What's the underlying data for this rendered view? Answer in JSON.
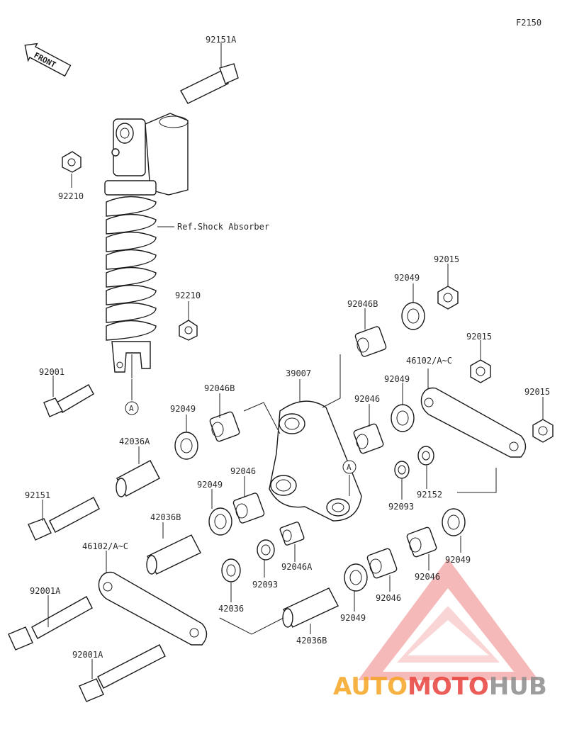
{
  "figure_code": "F2150",
  "front_marker": "FRONT",
  "reference_label": "Ref.Shock Absorber",
  "callout_letter": "A",
  "part_labels": {
    "bolt_top": "92151A",
    "nut_top": "92210",
    "nut_lower": "92210",
    "bolt_lower_shock": "92001",
    "bushing_link": "92046B",
    "washer_link": "92049",
    "nut_link_top": "92015",
    "bushing_right": "92046B",
    "washer_right_top": "92049",
    "nut_right": "92015",
    "rod_right": "46102/A~C",
    "nut_far_right": "92015",
    "link_main": "39007",
    "bushing_center": "92046",
    "washer_center": "92049",
    "collar_42036a": "42036A",
    "bolt_92151": "92151",
    "bushing_center_left": "92046",
    "washer_left": "92049",
    "seal_92152": "92152",
    "seal_92093_right": "92093",
    "collar_42036b_top": "42036B",
    "rod_left": "46102/A~C",
    "bearing_92046a": "92046A",
    "seal_92093_center": "92093",
    "collar_42036": "42036",
    "bolt_92001a_top": "92001A",
    "bolt_92001a_bottom": "92001A",
    "collar_42036b_bottom": "42036B",
    "washer_bottom": "92049",
    "bushing_bottom_1": "92046",
    "bushing_bottom_2": "92046",
    "washer_bottom_right": "92049"
  },
  "watermark": {
    "part1": "AUTO",
    "part2": "MOTO",
    "part3": "HUB",
    "color_orange": "#f5a623",
    "color_red": "#e8413c",
    "color_gray": "#8c8c8c"
  }
}
